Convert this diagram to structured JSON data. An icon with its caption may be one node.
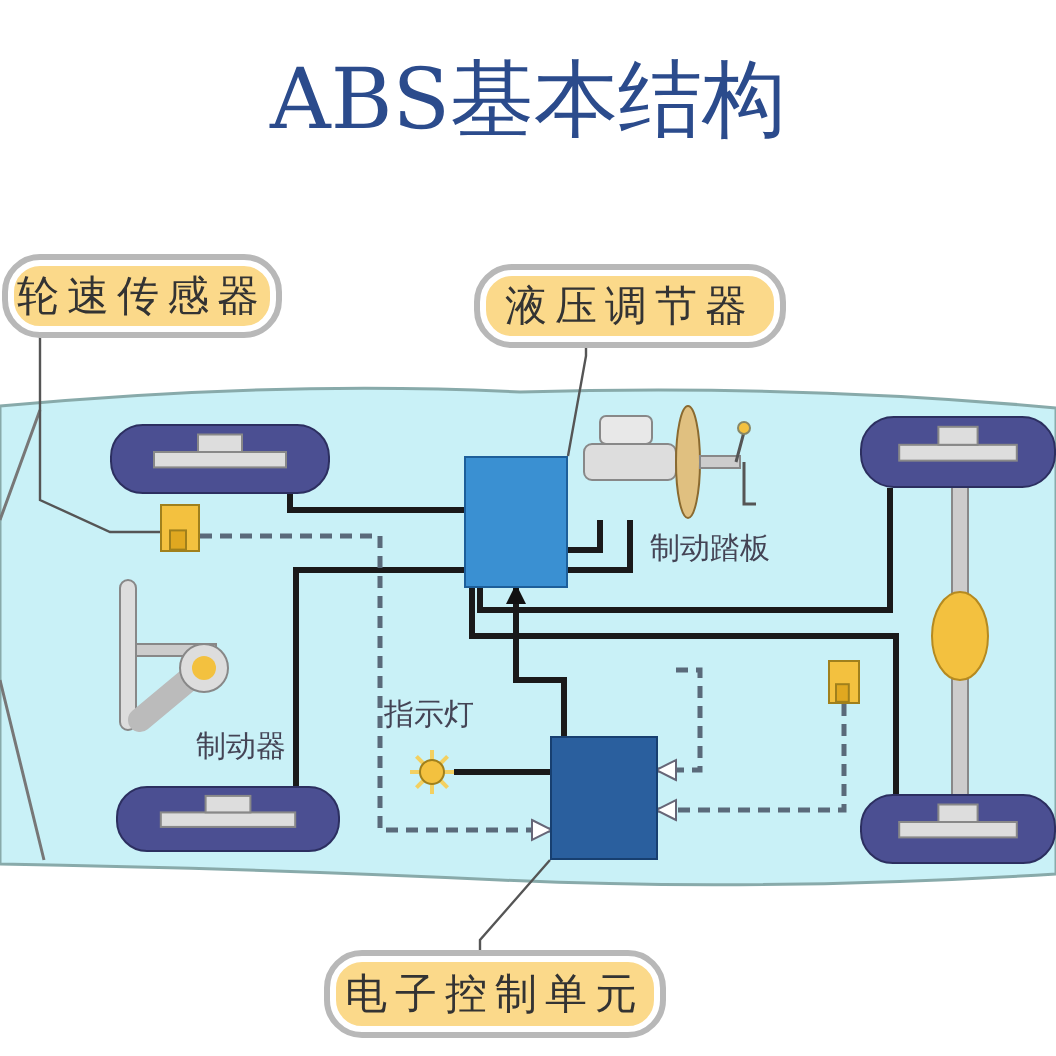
{
  "diagram": {
    "title": "ABS基本结构",
    "nodes": [
      {
        "text": [
          "轮速传感器"
        ]
      },
      {
        "text": [
          "液压调节器"
        ]
      },
      {
        "text": [
          "电子控制单元"
        ]
      },
      {
        "text": [],
        "shape": "box"
      },
      {
        "text": [],
        "shape": "box"
      },
      {
        "text": [],
        "shape": "picture"
      },
      {
        "text": [],
        "shape": "picture"
      },
      {
        "text": [],
        "shape": "picture"
      },
      {
        "text": [],
        "shape": "picture"
      },
      {
        "text": [],
        "shape": "box"
      },
      {
        "text": [],
        "shape": "box"
      },
      {
        "text": [],
        "shape": "picture",
        "beside": [
          "指示灯"
        ]
      },
      {
        "text": [],
        "shape": "picture",
        "beside": [
          "制动踏板"
        ]
      }
    ],
    "edges": [
      {
        "from": 0,
        "to": 9,
        "arrow": "none",
        "color": "#555555"
      },
      {
        "from": 1,
        "to": 3,
        "arrow": "none",
        "color": "#555555"
      },
      {
        "from": 2,
        "to": 4,
        "arrow": "none",
        "color": "#555555"
      },
      {
        "from": 4,
        "to": 3,
        "arrow": "to"
      },
      {
        "from": 3,
        "to": 5,
        "arrow": "none"
      },
      {
        "from": 3,
        "to": 6,
        "arrow": "none"
      },
      {
        "from": 3,
        "to": 7,
        "arrow": "none"
      },
      {
        "from": 3,
        "to": 8,
        "arrow": "none"
      },
      {
        "from": 12,
        "to": 3,
        "arrow": "none"
      },
      {
        "from": 12,
        "to": 3,
        "arrow": "none"
      },
      {
        "from": 9,
        "to": 4,
        "arrow": "to",
        "style": "dashed",
        "color": "#5a6a7a"
      },
      {
        "from": 10,
        "to": 4,
        "arrow": "to",
        "style": "dashed",
        "color": "#5a6a7a"
      },
      {
        "from": 11,
        "to": 4,
        "arrow": "none"
      },
      {
        "from": null,
        "to": 4,
        "arrow": "to",
        "style": "dashed",
        "color": "#5a6a7a"
      }
    ],
    "labels": [
      "制动器"
    ]
  }
}
